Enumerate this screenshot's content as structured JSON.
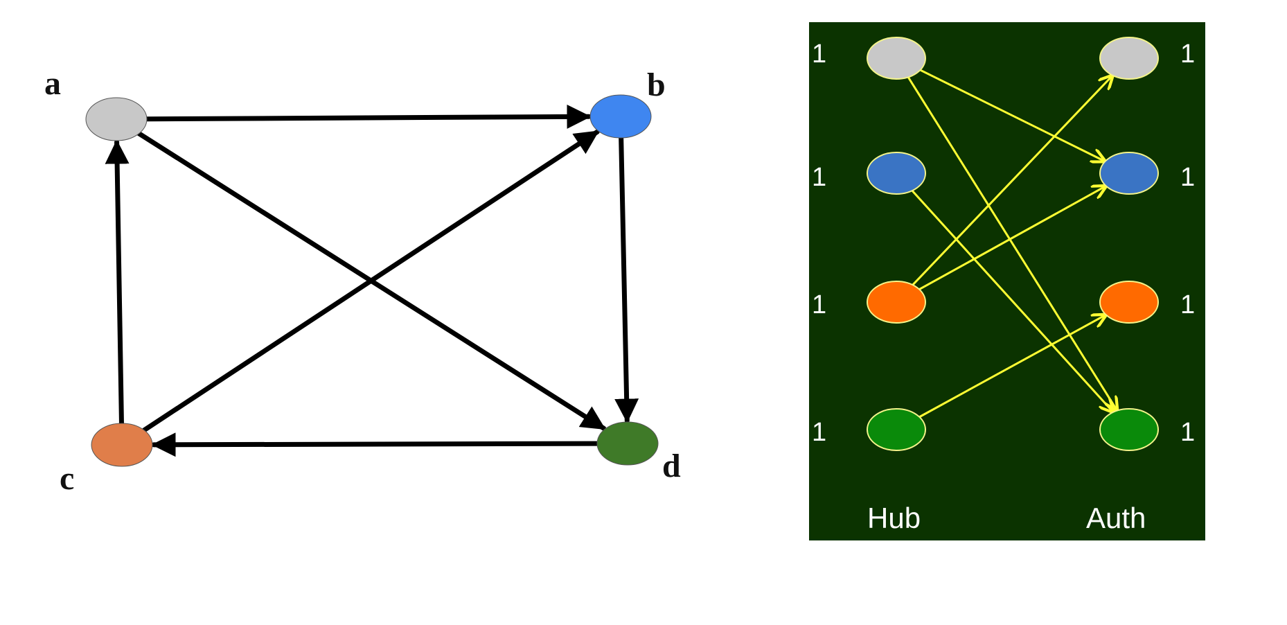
{
  "left_graph": {
    "nodes": [
      {
        "id": "a",
        "label": "a",
        "color": "#c8c8c8"
      },
      {
        "id": "b",
        "label": "b",
        "color": "#3f86f0"
      },
      {
        "id": "c",
        "label": "c",
        "color": "#e07e4a"
      },
      {
        "id": "d",
        "label": "d",
        "color": "#3f7a28"
      }
    ],
    "edges": [
      {
        "from": "a",
        "to": "b"
      },
      {
        "from": "a",
        "to": "d"
      },
      {
        "from": "b",
        "to": "d"
      },
      {
        "from": "c",
        "to": "a"
      },
      {
        "from": "c",
        "to": "b"
      },
      {
        "from": "d",
        "to": "c"
      }
    ],
    "edge_color": "#000000"
  },
  "bipartite": {
    "background": "#0b3300",
    "edge_color": "#ffff33",
    "hub_label": "Hub",
    "auth_label": "Auth",
    "rows": [
      {
        "id": "a",
        "color": "#c8c8c8",
        "hub_score": "1",
        "auth_score": "1"
      },
      {
        "id": "b",
        "color": "#3a74c4",
        "hub_score": "1",
        "auth_score": "1"
      },
      {
        "id": "c",
        "color": "#ff6a00",
        "hub_score": "1",
        "auth_score": "1"
      },
      {
        "id": "d",
        "color": "#0a8a0a",
        "hub_score": "1",
        "auth_score": "1"
      }
    ],
    "links": [
      {
        "hub": "a",
        "auth": "b"
      },
      {
        "hub": "a",
        "auth": "d"
      },
      {
        "hub": "b",
        "auth": "d"
      },
      {
        "hub": "c",
        "auth": "a"
      },
      {
        "hub": "c",
        "auth": "b"
      },
      {
        "hub": "d",
        "auth": "c"
      }
    ]
  }
}
